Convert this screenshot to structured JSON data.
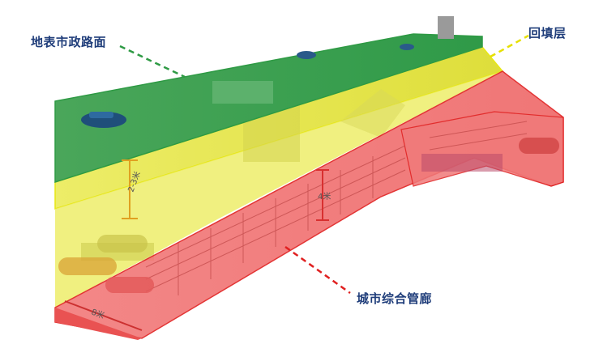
{
  "labels": {
    "road_surface": "地表市政路面",
    "backfill_layer": "回填层",
    "utility_tunnel": "城市综合管廊"
  },
  "dimensions": {
    "depth": "2-3米",
    "height": "4米",
    "width": "8米"
  },
  "colors": {
    "label_text": "#1f3d7a",
    "road_layer": "#3c9e4c",
    "backfill_layer": "#e6e63a",
    "tunnel_layer": "#f06f6f",
    "road_callout_line": "#2e9a44",
    "backfill_callout_line": "#e6e000",
    "tunnel_callout_line": "#e02020"
  }
}
